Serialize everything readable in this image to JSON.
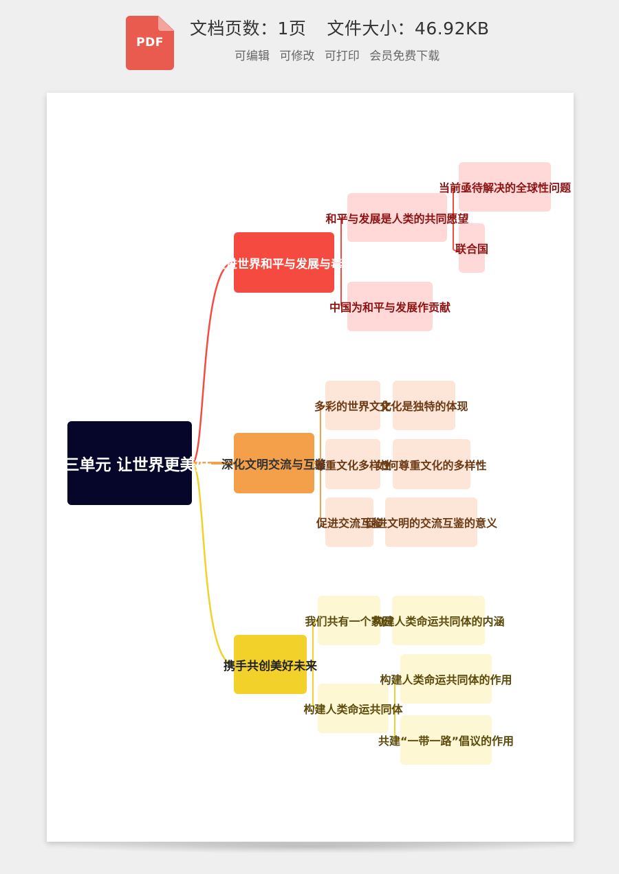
{
  "header": {
    "icon_label": "PDF",
    "pages": "文档页数：1页",
    "size": "文件大小：46.92KB",
    "features": [
      "可编辑",
      "可修改",
      "可打印",
      "会员免费下载"
    ]
  },
  "mindmap": {
    "root": "第三单元 让世界更美好",
    "branches": [
      {
        "label": "促进世界和平与发展与毒品",
        "color": "#f54a3f",
        "children": [
          {
            "label": "和平与发展是人类的共同愿望",
            "children": [
              "当前亟待解决的全球性问题",
              "联合国"
            ]
          },
          {
            "label": "中国为和平与发展作贡献",
            "children": []
          }
        ]
      },
      {
        "label": "深化文明交流与互鉴",
        "color": "#f4a04b",
        "children": [
          {
            "label": "多彩的世界文化",
            "children": [
              "文化是独特的体现"
            ]
          },
          {
            "label": "尊重文化多样性",
            "children": [
              "如何尊重文化的多样性"
            ]
          },
          {
            "label": "促进交流互鉴",
            "children": [
              "促进文明的交流互鉴的意义"
            ]
          }
        ]
      },
      {
        "label": "携手共创美好未来",
        "color": "#f2d12a",
        "children": [
          {
            "label": "我们共有一个家园",
            "children": [
              "构建人类命运共同体的内涵"
            ]
          },
          {
            "label": "构建人类命运共同体",
            "children": [
              "构建人类命运共同体的作用",
              "共建“一带一路”倡议的作用"
            ]
          }
        ]
      }
    ]
  }
}
